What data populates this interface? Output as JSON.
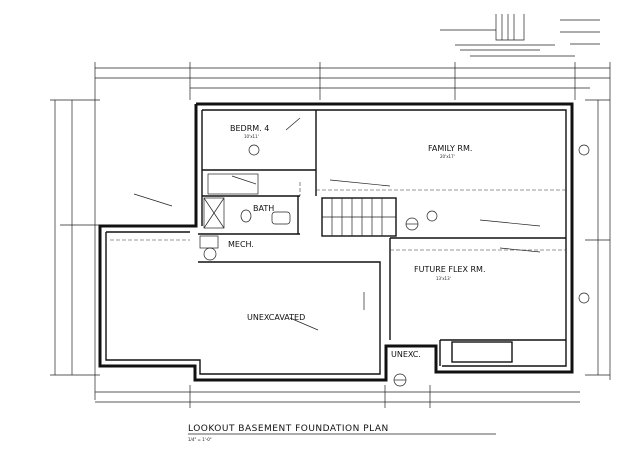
{
  "plan": {
    "title": "LOOKOUT BASEMENT FOUNDATION PLAN",
    "scale": "1/4\" = 1'-0\"",
    "rooms": {
      "bedroom": {
        "name": "BEDRM. 4",
        "dims": "10'x11'"
      },
      "family": {
        "name": "FAMILY RM.",
        "dims": "20'x17'"
      },
      "bath": {
        "name": "BATH"
      },
      "mech": {
        "name": "MECH."
      },
      "flex": {
        "name": "FUTURE FLEX RM.",
        "dims": "13'x13'"
      },
      "unexcavated": {
        "name": "UNEXCAVATED"
      },
      "unexc_small": {
        "name": "UNEXC."
      }
    }
  }
}
